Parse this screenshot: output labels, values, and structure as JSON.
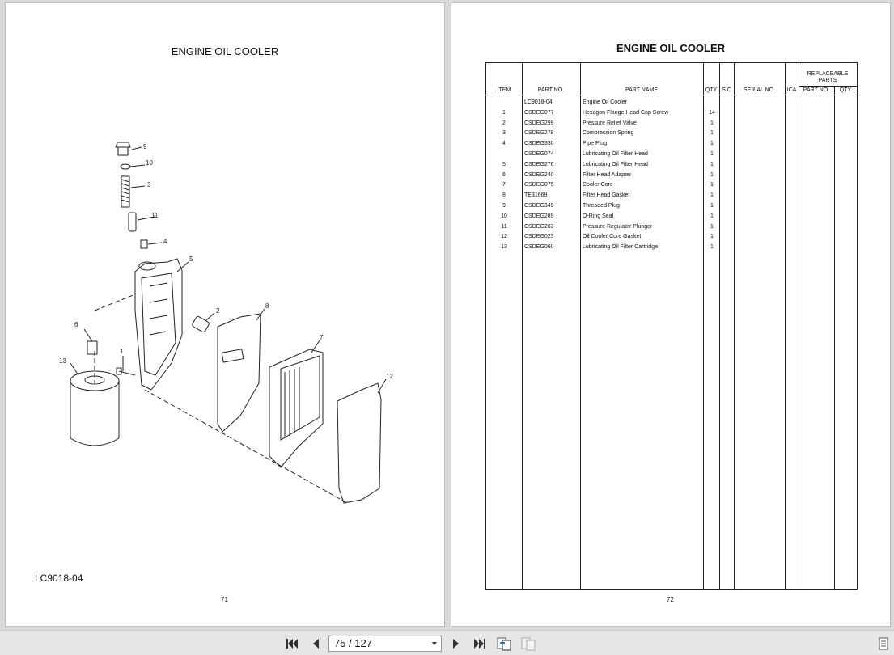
{
  "left_page": {
    "title": "ENGINE OIL COOLER",
    "drawing_code": "LC9018-04",
    "page_number": "71",
    "callouts": [
      "9",
      "10",
      "3",
      "11",
      "4",
      "5",
      "2",
      "8",
      "6",
      "7",
      "1",
      "13",
      "12"
    ]
  },
  "right_page": {
    "title": "ENGINE OIL COOLER",
    "page_number": "72",
    "table": {
      "headers": {
        "item": "ITEM",
        "part_no": "PART NO.",
        "part_name": "PART NAME",
        "qty": "QTY",
        "sc": "S.C",
        "serial_no": "SERIAL NO.",
        "ica": "ICA",
        "replaceable_parts": "REPLACEABLE PARTS",
        "rp_part_no": "PART NO.",
        "rp_qty": "QTY"
      },
      "rows": [
        {
          "item": "",
          "part_no": "LC9018-04",
          "part_name": "Engine Oil Cooler",
          "qty": ""
        },
        {
          "item": "1",
          "part_no": "CSDEG077",
          "part_name": "Hexagon Flange Head Cap Screw",
          "qty": "14"
        },
        {
          "item": "2",
          "part_no": "CSDEG299",
          "part_name": "Pressure Relief Valve",
          "qty": "1"
        },
        {
          "item": "3",
          "part_no": "CSDEG278",
          "part_name": "Compression Spring",
          "qty": "1"
        },
        {
          "item": "4",
          "part_no": "CSDEG330",
          "part_name": "Pipe Plug",
          "qty": "1"
        },
        {
          "item": "",
          "part_no": "CSDEG074",
          "part_name": "Lubricating Oil Filter Head",
          "qty": "1"
        },
        {
          "item": "5",
          "part_no": "CSDEG276",
          "part_name": "Lubricating Oil Filter Head",
          "qty": "1"
        },
        {
          "item": "6",
          "part_no": "CSDEG240",
          "part_name": "Filter Head Adapter",
          "qty": "1"
        },
        {
          "item": "7",
          "part_no": "CSDEG075",
          "part_name": "Cooler Core",
          "qty": "1"
        },
        {
          "item": "8",
          "part_no": "TE31669",
          "part_name": "Filter Head Gasket",
          "qty": "1"
        },
        {
          "item": "9",
          "part_no": "CSDEG349",
          "part_name": "Threaded Plug",
          "qty": "1"
        },
        {
          "item": "10",
          "part_no": "CSDEG289",
          "part_name": "O-Ring Seal",
          "qty": "1"
        },
        {
          "item": "11",
          "part_no": "CSDEG263",
          "part_name": "Pressure Regulator Plunger",
          "qty": "1"
        },
        {
          "item": "12",
          "part_no": "CSDEG023",
          "part_name": "Oil Cooler Core Gasket",
          "qty": "1"
        },
        {
          "item": "13",
          "part_no": "CSDEG060",
          "part_name": "Lubricating Oil Filter Cartridge",
          "qty": "1"
        }
      ]
    }
  },
  "toolbar": {
    "page_indicator": "75 / 127",
    "icons": [
      "first-page-icon",
      "previous-page-icon",
      "next-page-icon",
      "last-page-icon",
      "single-page-view-icon",
      "two-page-view-icon",
      "menu-icon"
    ]
  }
}
